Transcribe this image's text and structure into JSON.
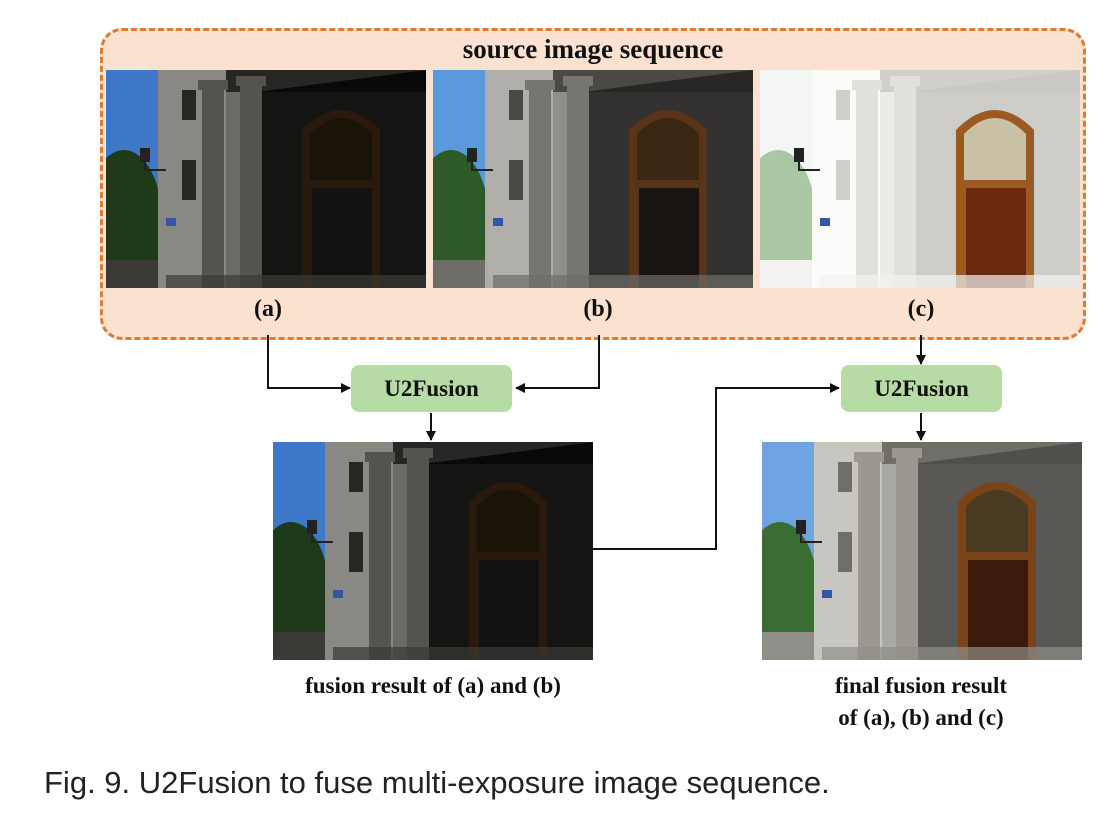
{
  "group": {
    "title": "source image sequence"
  },
  "sources": [
    {
      "id": "a",
      "label": "(a)",
      "exposure": "under"
    },
    {
      "id": "b",
      "label": "(b)",
      "exposure": "mid"
    },
    {
      "id": "c",
      "label": "(c)",
      "exposure": "over"
    }
  ],
  "nodes": {
    "u2fusion_1": "U2Fusion",
    "u2fusion_2": "U2Fusion"
  },
  "results": {
    "intermediate": {
      "caption": "fusion result of (a) and (b)",
      "exposure": "under"
    },
    "final": {
      "caption_line1": "final fusion result",
      "caption_line2": "of (a), (b) and (c)",
      "exposure": "balanced"
    }
  },
  "figure_caption": "Fig. 9. U2Fusion to fuse multi-exposure image sequence.",
  "colors": {
    "group_border": "#e07a2e",
    "group_fill": "#fbe1cf",
    "node_fill": "#b7dba4",
    "line": "#111111"
  }
}
